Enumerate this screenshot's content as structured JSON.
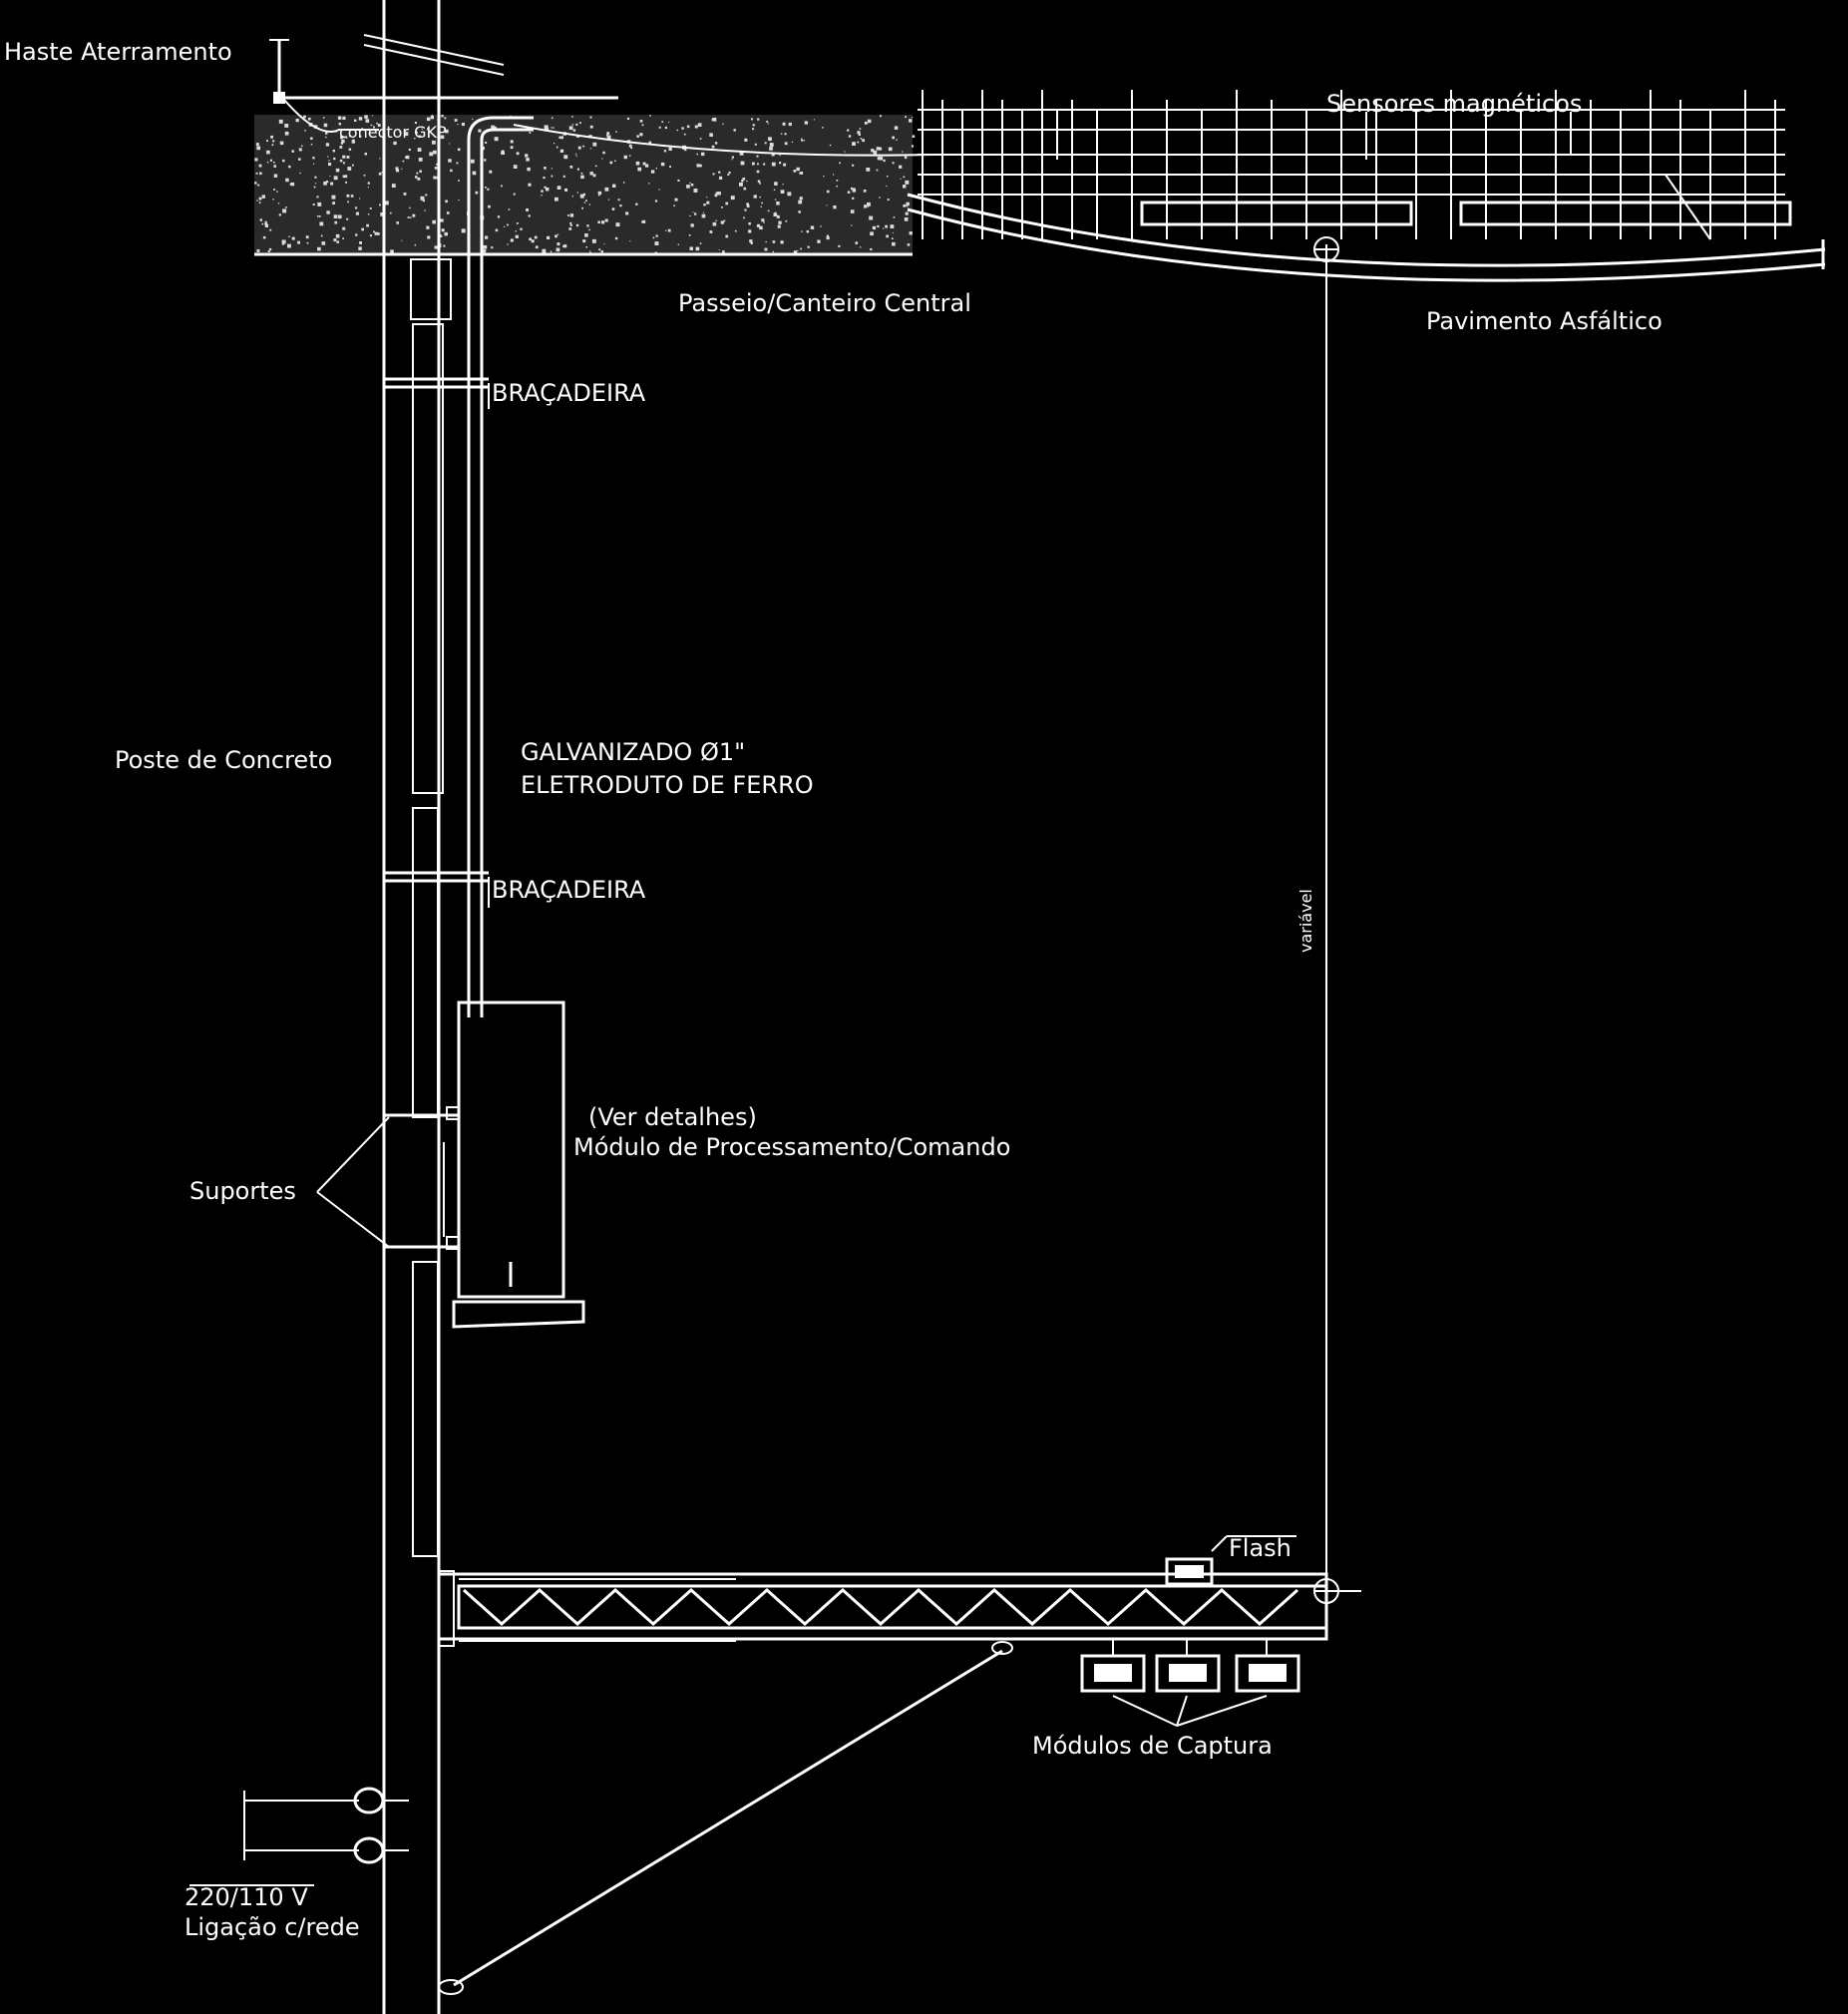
{
  "labels": {
    "haste": "Haste Aterramento",
    "conector": "conector GKP",
    "sensores": "Sensores magnéticos",
    "passeio": "Passeio/Canteiro Central",
    "pavimento": "Pavimento Asfáltico",
    "bracadeira_top": "BRAÇADEIRA",
    "eletroduto_1": "ELETRODUTO DE FERRO",
    "eletroduto_2": "GALVANIZADO Ø1\"",
    "poste": "Poste de Concreto",
    "bracadeira_mid": "BRAÇADEIRA",
    "variavel": "variável",
    "modulo_1": "Módulo de Processamento/Comando",
    "modulo_2": "(Ver detalhes)",
    "suportes": "Suportes",
    "flash": "Flash",
    "modulos_captura": "Módulos de Captura",
    "ligacao_1": "Ligação c/rede",
    "ligacao_2": "220/110 V"
  },
  "colors": {
    "background": "#000000",
    "lines": "#ffffff"
  }
}
